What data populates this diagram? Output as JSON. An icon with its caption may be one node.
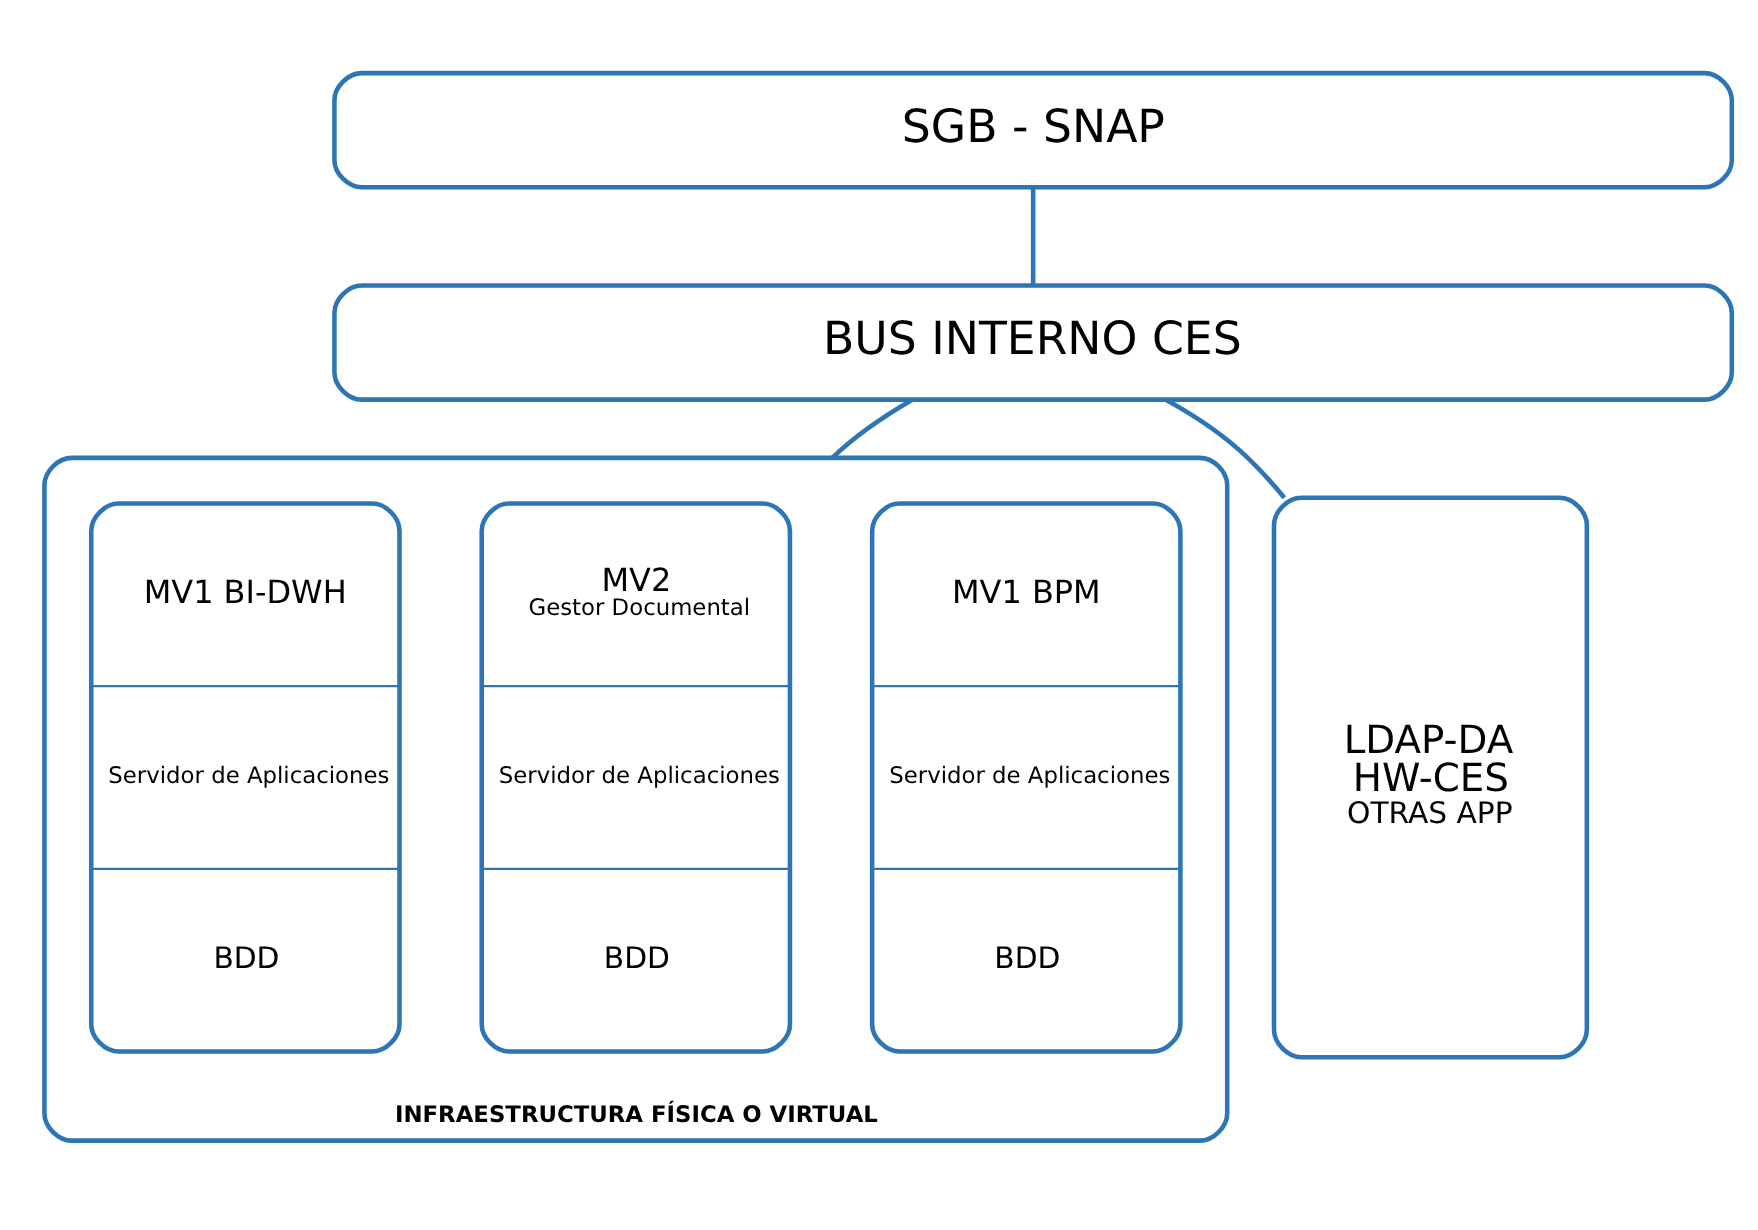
{
  "diagram": {
    "nodes": [
      {
        "text": [
          "SGB - SNAP"
        ]
      },
      {
        "text": [
          "BUS INTERNO CES"
        ]
      },
      {
        "text": [
          "INFRAESTRUCTURA FÍSICA O VIRTUAL"
        ]
      },
      {
        "text": [
          "MV1 BPM",
          "Servidor de Aplicaciones",
          "BDD"
        ],
        "in": 2
      },
      {
        "text": [
          "MV2",
          "Gestor Documental",
          "Servidor de Aplicaciones",
          "BDD"
        ],
        "in": 2
      },
      {
        "text": [
          "MV1 BI-DWH",
          "Servidor de Aplicaciones",
          "BDD"
        ],
        "in": 2
      },
      {
        "text": [
          "LDAP-DA",
          "HW-CES",
          "OTRAS APP"
        ]
      }
    ],
    "edges": [
      {
        "from": 0,
        "to": 1,
        "arrow": "none"
      },
      {
        "from": 1,
        "to": 2,
        "arrow": "none"
      },
      {
        "from": 1,
        "to": 6,
        "arrow": "none"
      }
    ]
  }
}
